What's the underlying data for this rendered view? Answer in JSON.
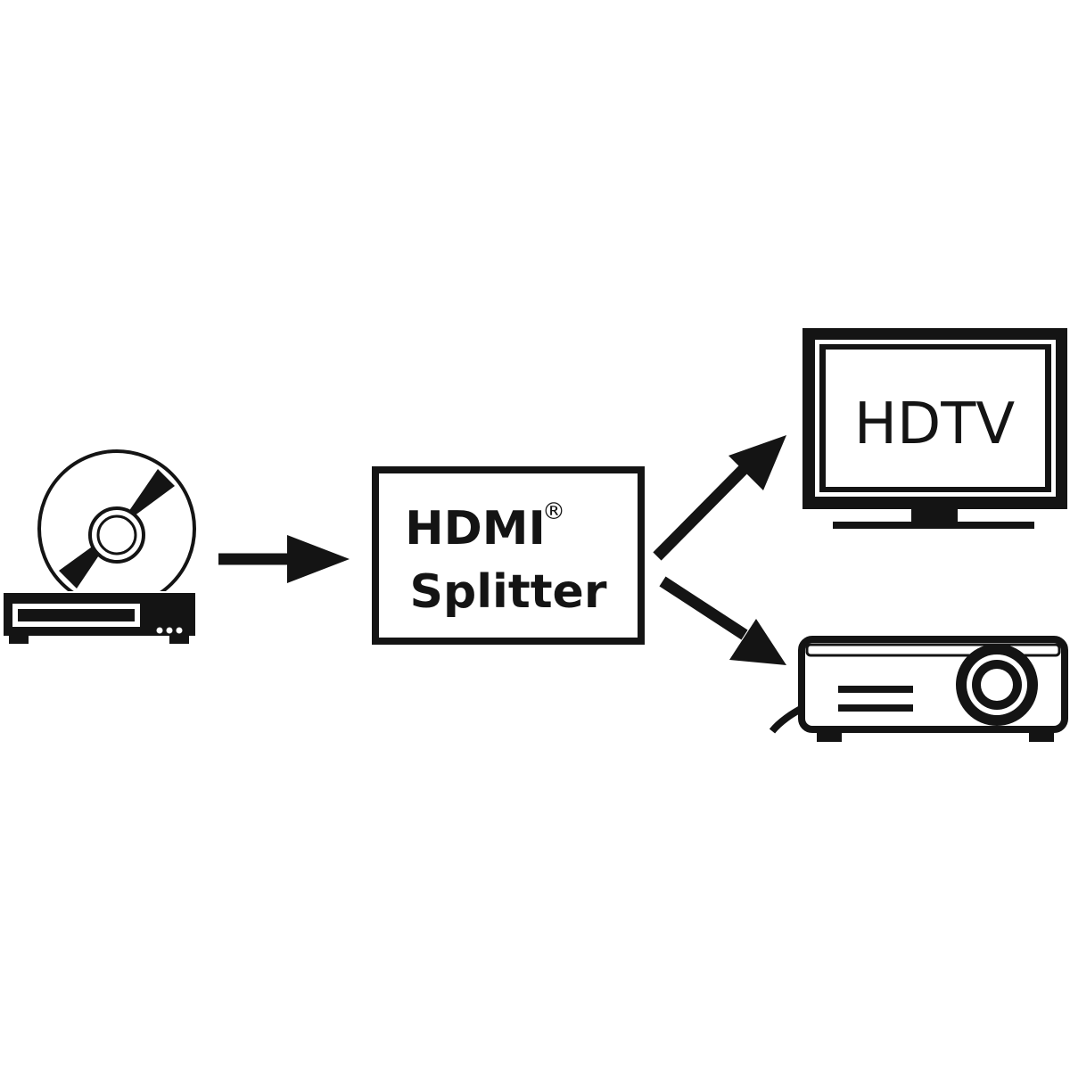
{
  "splitter": {
    "line1": "HDMI",
    "registered_mark": "®",
    "line2": "Splitter"
  },
  "tv": {
    "screen_label": "HDTV"
  },
  "colors": {
    "ink": "#141414",
    "background": "#ffffff"
  },
  "icons": {
    "source": "disc-player-icon",
    "display": "tv-icon",
    "projector": "projector-icon"
  }
}
